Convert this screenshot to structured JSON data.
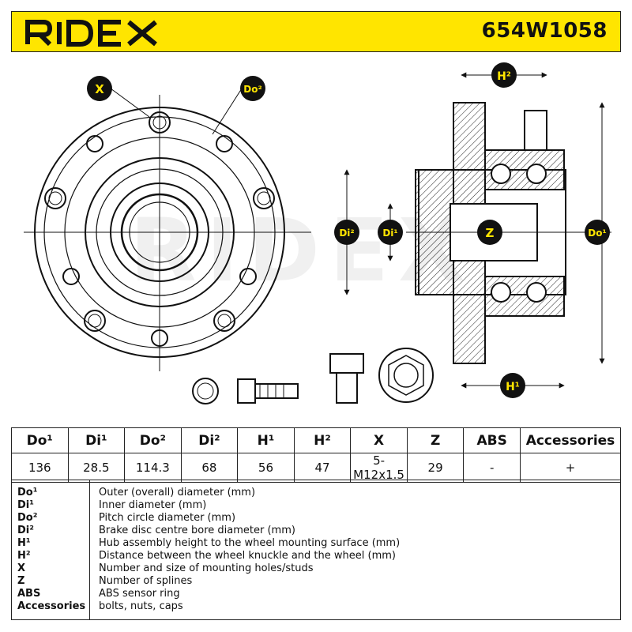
{
  "header": {
    "brand": "RIDEX",
    "part_number": "654W1058"
  },
  "drawing": {
    "callouts": {
      "x": "X",
      "do2": "Do²",
      "h2": "H²",
      "h1": "H¹",
      "di2": "Di²",
      "di1": "Di¹",
      "z": "Z",
      "do1": "Do¹"
    },
    "watermark": "RIDEX"
  },
  "spec_table": {
    "headers": [
      "Do¹",
      "Di¹",
      "Do²",
      "Di²",
      "H¹",
      "H²",
      "X",
      "Z",
      "ABS",
      "Accessories"
    ],
    "values": [
      "136",
      "28.5",
      "114.3",
      "68",
      "56",
      "47",
      "5-M12x1.5",
      "29",
      "-",
      "+"
    ]
  },
  "legend": [
    {
      "key": "Do¹",
      "desc": "Outer (overall) diameter (mm)"
    },
    {
      "key": "Di¹",
      "desc": "Inner diameter (mm)"
    },
    {
      "key": "Do²",
      "desc": "Pitch circle diameter (mm)"
    },
    {
      "key": "Di²",
      "desc": "Brake disc centre bore diameter (mm)"
    },
    {
      "key": "H¹",
      "desc": "Hub assembly height to the wheel mounting surface (mm)"
    },
    {
      "key": "H²",
      "desc": "Distance between the wheel knuckle and the wheel (mm)"
    },
    {
      "key": "X",
      "desc": "Number and size of mounting holes/studs"
    },
    {
      "key": "Z",
      "desc": "Number of splines"
    },
    {
      "key": "ABS",
      "desc": "ABS sensor ring"
    },
    {
      "key": "Accessories",
      "desc": "bolts, nuts, caps"
    }
  ],
  "colors": {
    "accent": "#ffe500",
    "ink": "#111111"
  }
}
